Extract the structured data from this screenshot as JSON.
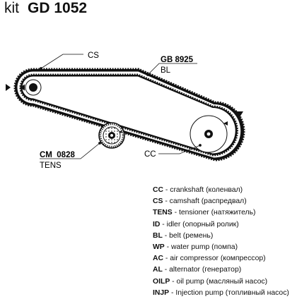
{
  "header": {
    "kit_word": "kit",
    "kit_code": "GD 1052"
  },
  "labels": {
    "cs": "CS",
    "belt_code": "GB 8925",
    "belt_type": "BL",
    "tensioner_code": "CM  0828",
    "tensioner_type": "TENS",
    "cc": "CC"
  },
  "legend": [
    {
      "key": "CC",
      "text": " - crankshaft (коленвал)"
    },
    {
      "key": "CS",
      "text": " - camshaft (распредвал)"
    },
    {
      "key": "TENS",
      "text": " - tensioner (натяжитель)"
    },
    {
      "key": "ID",
      "text": " - idler (опорный ролик)"
    },
    {
      "key": "BL",
      "text": " - belt (ремень)"
    },
    {
      "key": "WP",
      "text": " - water pump (помпа)"
    },
    {
      "key": "AC",
      "text": " - air compressor (компрессор)"
    },
    {
      "key": "AL",
      "text": " - alternator (генератор)"
    },
    {
      "key": "OILP",
      "text": " - oil pump (масляный насос)"
    },
    {
      "key": "INJP",
      "text": " - Injection pump (топливный насос)"
    }
  ],
  "colors": {
    "ink": "#111111",
    "paper": "#ffffff"
  }
}
